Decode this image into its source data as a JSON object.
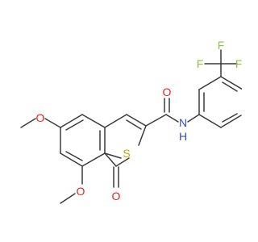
{
  "molecule": {
    "atoms": {
      "oxygen_carbonyl_amide": "O",
      "nitrogen_amide": "N",
      "hydrogen_amide": "H",
      "sulfur_ring": "S",
      "oxygen_carbonyl_thio": "O",
      "oxygen_methoxy_7": "O",
      "oxygen_methoxy_8": "O",
      "fluorine_1": "F",
      "fluorine_2": "F",
      "fluorine_3": "F"
    },
    "colors": {
      "bond": "#3a3a3a",
      "oxygen": "#e8231d",
      "nitrogen": "#2f4fd8",
      "sulfur": "#c9a400",
      "fluorine": "#8bc34a"
    }
  }
}
